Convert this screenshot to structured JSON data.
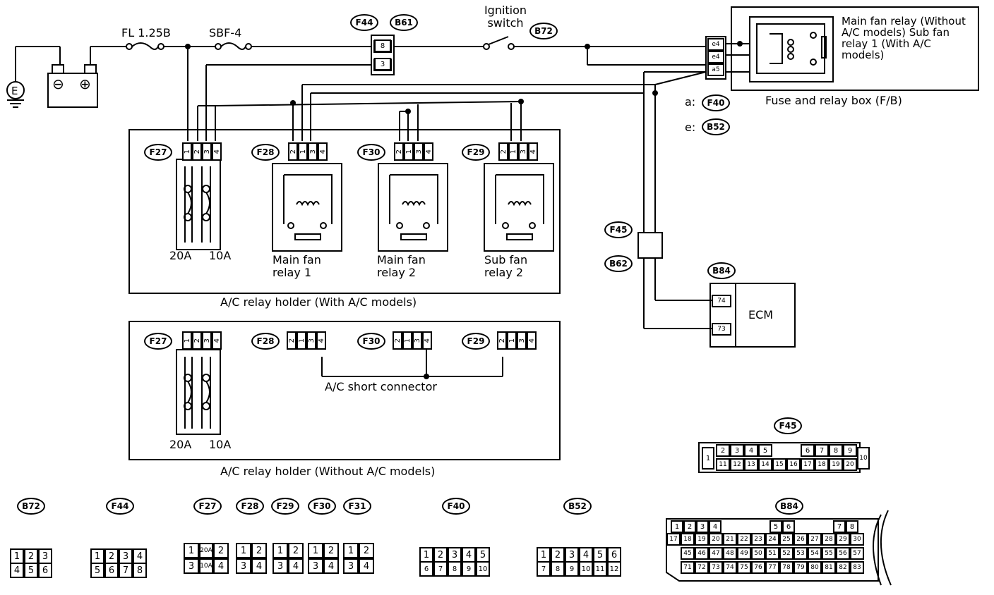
{
  "labels": {
    "earth": "E",
    "battery_minus": "⊖",
    "battery_plus": "⊕",
    "fl_fuse": "FL 1.25B",
    "sbf_fuse": "SBF-4",
    "ignition_switch": "Ignition switch",
    "main_fan_relay_fb": "Main fan relay (Without A/C models) Sub fan relay 1 (With A/C models)",
    "fuse_relay_box": "Fuse and relay box (F/B)",
    "a_prefix": "a:",
    "e_prefix": "e:",
    "fuse_20a": "20A",
    "fuse_10a": "10A",
    "main_fan_relay_1": "Main fan relay 1",
    "main_fan_relay_2": "Main fan relay 2",
    "sub_fan_relay_2": "Sub fan relay 2",
    "holder_with_ac": "A/C relay holder (With A/C models)",
    "holder_without_ac": "A/C relay holder (Without A/C models)",
    "ac_short_connector": "A/C short connector",
    "ecm": "ECM",
    "fuse_20a_b": "20A",
    "fuse_10a_b": "10A"
  },
  "tags": {
    "f44": "F44",
    "b61": "B61",
    "b72": "B72",
    "f40": "F40",
    "b52": "B52",
    "f27": "F27",
    "f28": "F28",
    "f30": "F30",
    "f29": "F29",
    "f45": "F45",
    "b62": "B62",
    "b84": "B84",
    "f27b": "F27",
    "f28b": "F28",
    "f30b": "F30",
    "f29b": "F29",
    "f45c": "F45",
    "b72c": "B72",
    "f44c": "F44",
    "f27c": "F27",
    "f28c": "F28",
    "f29c": "F29",
    "f30c": "F30",
    "f31c": "F31",
    "f40c": "F40",
    "b52c": "B52",
    "b84c": "B84"
  },
  "pins": {
    "b61": [
      "8",
      "3"
    ],
    "fb": [
      "e4",
      "e4",
      "a5"
    ],
    "f27": [
      "1",
      "2",
      "3",
      "4"
    ],
    "f28": [
      "2",
      "1",
      "3",
      "4"
    ],
    "f30": [
      "2",
      "1",
      "3",
      "4"
    ],
    "f29": [
      "2",
      "1",
      "3",
      "4"
    ],
    "f27b": [
      "1",
      "2",
      "3",
      "4"
    ],
    "f28b": [
      "2",
      "1",
      "3",
      "4"
    ],
    "f30b": [
      "2",
      "1",
      "3",
      "4"
    ],
    "f29b": [
      "2",
      "1",
      "3",
      "4"
    ],
    "ecm": [
      "74",
      "73"
    ],
    "b72_face": [
      "1",
      "2",
      "3",
      "4",
      "5",
      "6"
    ],
    "f44_face": [
      "1",
      "2",
      "3",
      "4",
      "5",
      "6",
      "7",
      "8"
    ],
    "f27_face": [
      "1",
      "20A",
      "2",
      "3",
      "10A",
      "4"
    ],
    "relay_face": [
      "1",
      "2",
      "3",
      "4"
    ],
    "f40_face": [
      "1",
      "2",
      "3",
      "4",
      "5",
      "6",
      "7",
      "8",
      "9",
      "10"
    ],
    "b52_face": [
      "1",
      "2",
      "3",
      "4",
      "5",
      "6",
      "7",
      "8",
      "9",
      "10",
      "11",
      "12"
    ],
    "f45_face_top": [
      "1",
      "2",
      "3",
      "4",
      "5",
      "6",
      "7",
      "8",
      "9",
      "10"
    ],
    "f45_face_bottom": [
      "11",
      "12",
      "13",
      "14",
      "15",
      "16",
      "17",
      "18",
      "19",
      "20"
    ],
    "b84_row1": [
      "1",
      "2",
      "3",
      "4",
      "5",
      "6",
      "7",
      "8"
    ],
    "b84_row2": [
      "17",
      "18",
      "19",
      "20",
      "21",
      "22",
      "23",
      "24",
      "25",
      "26",
      "27",
      "28",
      "29",
      "30"
    ],
    "b84_row3": [
      "45",
      "46",
      "47",
      "48",
      "49",
      "50",
      "51",
      "52",
      "53",
      "54",
      "55",
      "56",
      "57"
    ],
    "b84_row4": [
      "71",
      "72",
      "73",
      "74",
      "75",
      "76",
      "77",
      "78",
      "79",
      "80",
      "81",
      "82",
      "83"
    ]
  }
}
